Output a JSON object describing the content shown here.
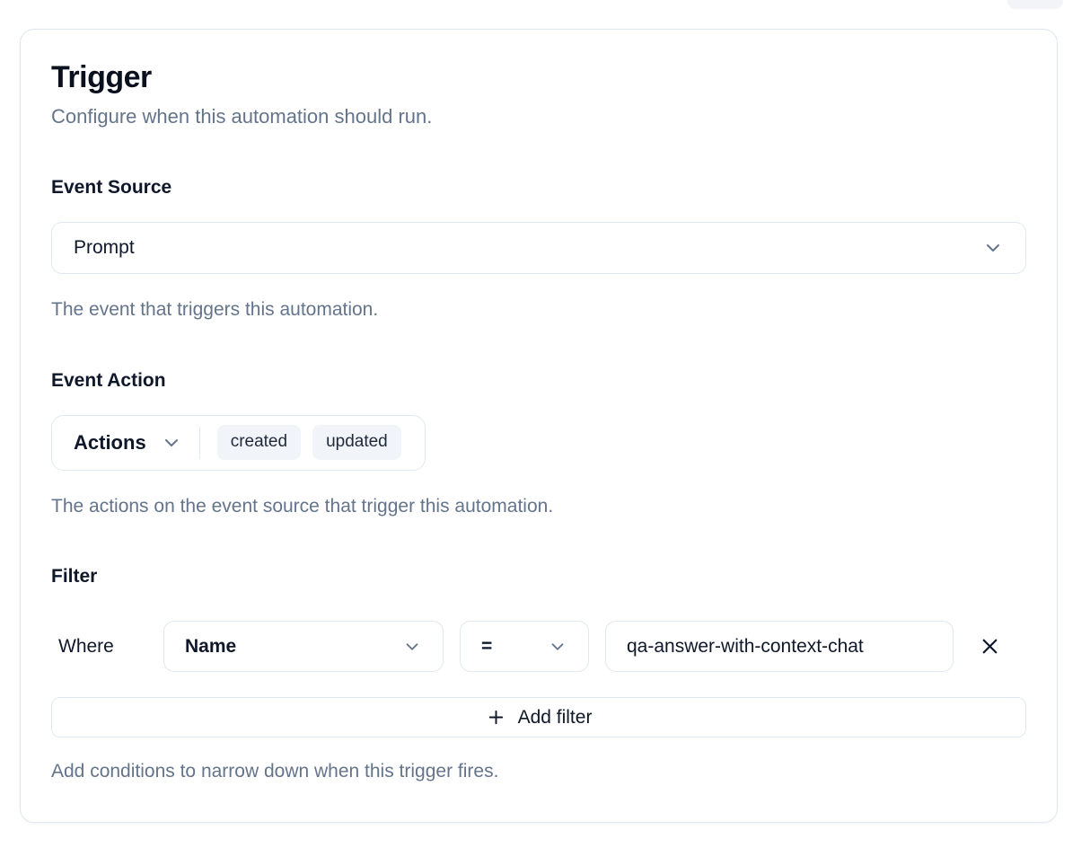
{
  "card": {
    "title": "Trigger",
    "subtitle": "Configure when this automation should run.",
    "sections": {
      "event_source": {
        "label": "Event Source",
        "select_value": "Prompt",
        "helper": "The event that triggers this automation."
      },
      "event_action": {
        "label": "Event Action",
        "dropdown_label": "Actions",
        "selected_actions": [
          "created",
          "updated"
        ],
        "helper": "The actions on the event source that trigger this automation."
      },
      "filter": {
        "label": "Filter",
        "where_label": "Where",
        "field_value": "Name",
        "operator_value": "=",
        "value_input": "qa-answer-with-context-chat",
        "add_filter_label": "Add filter",
        "helper": "Add conditions to narrow down when this trigger fires."
      }
    }
  },
  "icons": {
    "chevron_down": "chevron-down",
    "plus": "plus",
    "close": "x"
  },
  "colors": {
    "border": "#e2e8f0",
    "chip_background": "#f1f5f9",
    "text": "#0f172a",
    "muted_text": "#64748b",
    "card_background": "#ffffff"
  }
}
